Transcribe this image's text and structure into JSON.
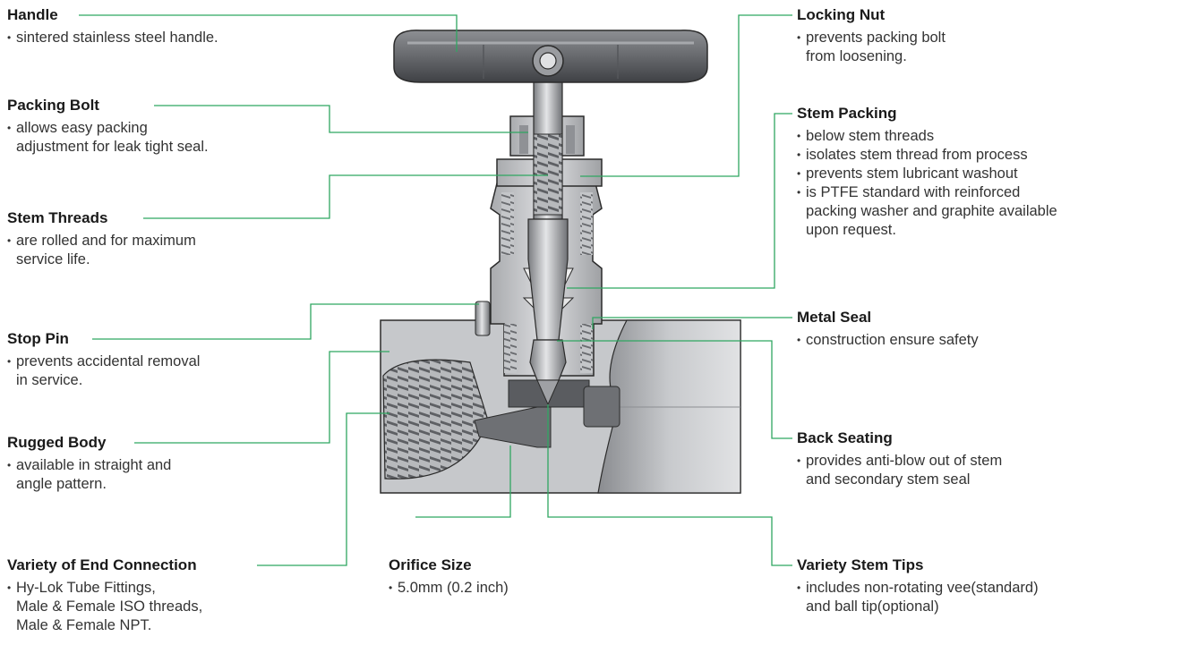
{
  "callouts": {
    "handle": {
      "title": "Handle",
      "bullets": [
        [
          "sintered stainless steel handle."
        ]
      ]
    },
    "packing_bolt": {
      "title": "Packing Bolt",
      "bullets": [
        [
          "allows easy packing",
          "adjustment for leak tight seal."
        ]
      ]
    },
    "stem_threads": {
      "title": "Stem Threads",
      "bullets": [
        [
          "are rolled and for maximum",
          "service life."
        ]
      ]
    },
    "stop_pin": {
      "title": "Stop Pin",
      "bullets": [
        [
          "prevents accidental removal",
          "in service."
        ]
      ]
    },
    "rugged_body": {
      "title": "Rugged Body",
      "bullets": [
        [
          "available in straight and",
          "angle pattern."
        ]
      ]
    },
    "end_connection": {
      "title": "Variety of End Connection",
      "bullets": [
        [
          "Hy-Lok Tube Fittings,",
          "Male & Female ISO threads,",
          "Male & Female NPT."
        ]
      ]
    },
    "orifice_size": {
      "title": "Orifice Size",
      "bullets": [
        [
          "5.0mm (0.2 inch)"
        ]
      ]
    },
    "locking_nut": {
      "title": "Locking Nut",
      "bullets": [
        [
          "prevents packing bolt",
          "from loosening."
        ]
      ]
    },
    "stem_packing": {
      "title": "Stem Packing",
      "bullets": [
        [
          "below stem threads"
        ],
        [
          "isolates stem thread from process"
        ],
        [
          "prevents stem lubricant washout"
        ],
        [
          "is PTFE standard with reinforced",
          "packing washer and graphite available",
          "upon request."
        ]
      ]
    },
    "metal_seal": {
      "title": "Metal Seal",
      "bullets": [
        [
          "construction ensure safety"
        ]
      ]
    },
    "back_seating": {
      "title": "Back Seating",
      "bullets": [
        [
          "provides anti-blow out of stem",
          "and secondary stem seal"
        ]
      ]
    },
    "stem_tips": {
      "title": "Variety Stem Tips",
      "bullets": [
        [
          "includes non-rotating vee(standard)",
          "and ball tip(optional)"
        ]
      ]
    }
  },
  "colors": {
    "leader": "#2fa661",
    "metal_light": "#c9cbce",
    "metal_mid": "#9a9ca0",
    "metal_dark": "#4a4c50",
    "outline": "#2b2b2b"
  }
}
